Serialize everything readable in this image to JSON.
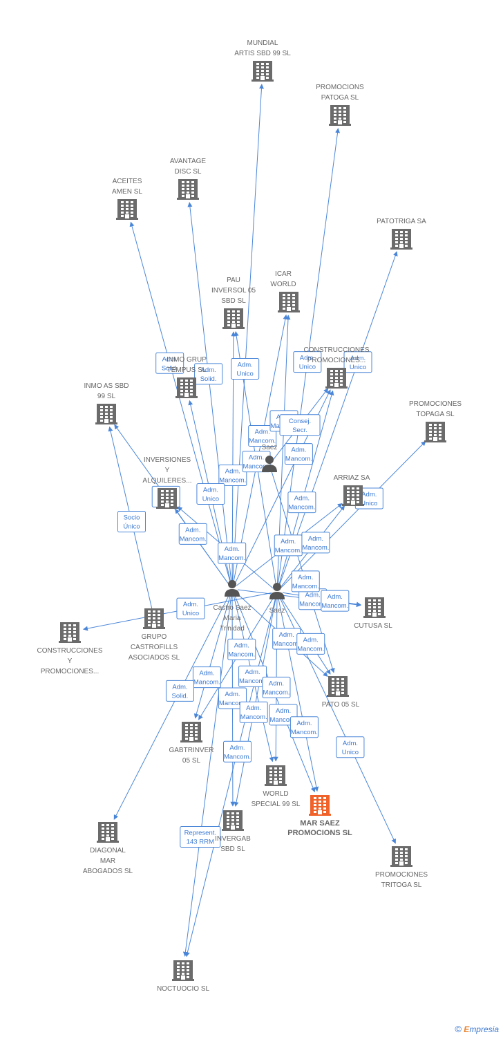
{
  "colors": {
    "edge": "#4a86d8",
    "company_icon": "#6b6b6b",
    "main_company_icon": "#f0622a",
    "person_icon": "#555555",
    "label_text": "#666666",
    "box_text": "#3a78d2"
  },
  "credit": {
    "copyright": "©",
    "brand_first": "E",
    "brand_rest": "mpresia"
  },
  "nodes": [
    {
      "id": "mundial",
      "type": "company",
      "label": [
        "MUNDIAL",
        "ARTIS SBD 99 SL"
      ]
    },
    {
      "id": "patoga",
      "type": "company",
      "label": [
        "PROMOCIONS",
        "PATOGA SL"
      ]
    },
    {
      "id": "avantage",
      "type": "company",
      "label": [
        "AVANTAGE",
        "DISC SL"
      ]
    },
    {
      "id": "aceites",
      "type": "company",
      "label": [
        "ACEITES",
        "AMEN SL"
      ]
    },
    {
      "id": "patotriga",
      "type": "company",
      "label": [
        "PATOTRIGA SA"
      ]
    },
    {
      "id": "pau",
      "type": "company",
      "label": [
        "PAU",
        "INVERSOL 05",
        "SBD SL"
      ]
    },
    {
      "id": "icar",
      "type": "company",
      "label": [
        "ICAR",
        "WORLD"
      ]
    },
    {
      "id": "constr1",
      "type": "company",
      "label": [
        "CONSTRUCCIONES",
        "PROMOCIONES..."
      ]
    },
    {
      "id": "inmogrup",
      "type": "company",
      "label": [
        "INMO GRUP",
        "TEMPUS SL"
      ]
    },
    {
      "id": "inmoas",
      "type": "company",
      "label": [
        "INMO AS SBD",
        "99 SL"
      ]
    },
    {
      "id": "topaga",
      "type": "company",
      "label": [
        "PROMOCIONES",
        "TOPAGA SL"
      ]
    },
    {
      "id": "saez_p",
      "type": "person",
      "label": [
        "Saez"
      ]
    },
    {
      "id": "inversiones",
      "type": "company",
      "label": [
        "INVERSIONES",
        "Y",
        "ALQUILERES..."
      ]
    },
    {
      "id": "arriaz",
      "type": "company",
      "label": [
        "ARRIAZ SA"
      ]
    },
    {
      "id": "cutusa",
      "type": "company",
      "label": [
        "CUTUSA SL"
      ]
    },
    {
      "id": "castro",
      "type": "person",
      "label": [
        "Castro Saez",
        "Maria",
        "Trinidad"
      ]
    },
    {
      "id": "saez2",
      "type": "person",
      "label": [
        "Saez"
      ]
    },
    {
      "id": "constr2",
      "type": "company",
      "label": [
        "CONSTRUCCIONES",
        "Y",
        "PROMOCIONES..."
      ]
    },
    {
      "id": "castrofills",
      "type": "company",
      "label": [
        "GRUPO",
        "CASTROFILLS",
        "ASOCIADOS SL"
      ]
    },
    {
      "id": "pato05",
      "type": "company",
      "label": [
        "PATO 05 SL"
      ]
    },
    {
      "id": "gabtrinver",
      "type": "company",
      "label": [
        "GABTRINVER",
        "05 SL"
      ]
    },
    {
      "id": "world",
      "type": "company",
      "label": [
        "WORLD",
        "SPECIAL 99 SL"
      ]
    },
    {
      "id": "marsaez",
      "type": "main",
      "label": [
        "MAR SAEZ",
        "PROMOCIONS SL"
      ]
    },
    {
      "id": "diagonal",
      "type": "company",
      "label": [
        "DIAGONAL",
        "MAR",
        "ABOGADOS SL"
      ]
    },
    {
      "id": "invergab",
      "type": "company",
      "label": [
        "INVERGAB",
        "SBD SL"
      ]
    },
    {
      "id": "tritoga",
      "type": "company",
      "label": [
        "PROMOCIONES",
        "TRITOGA SL"
      ]
    },
    {
      "id": "noctuocio",
      "type": "company",
      "label": [
        "NOCTUOCIO SL"
      ]
    }
  ],
  "edges": [
    {
      "from": "castro",
      "to": "mundial",
      "label": [
        "Adm.",
        "Unico"
      ]
    },
    {
      "from": "saez2",
      "to": "patoga",
      "label": [
        "Adm.",
        "Unico"
      ]
    },
    {
      "from": "castro",
      "to": "avantage",
      "label": [
        "Adm.",
        "Solid."
      ]
    },
    {
      "from": "castro",
      "to": "aceites",
      "label": [
        "Adm.",
        "Solid."
      ]
    },
    {
      "from": "saez2",
      "to": "patotriga",
      "label": [
        "Adm.",
        "Unico"
      ]
    },
    {
      "from": "castro",
      "to": "pau",
      "label": [
        "Adm.",
        "Mancom."
      ]
    },
    {
      "from": "saez2",
      "to": "pau",
      "label": [
        "Adm.",
        "Mancom."
      ]
    },
    {
      "from": "castro",
      "to": "icar",
      "label": [
        "Adm.",
        "Mancom."
      ]
    },
    {
      "from": "saez2",
      "to": "icar",
      "label": [
        "Adm.",
        "Mancom."
      ]
    },
    {
      "from": "castro",
      "to": "constr1",
      "label": [
        "Adm.",
        "Mancom."
      ]
    },
    {
      "from": "saez2",
      "to": "constr1",
      "label": [
        "Adm.",
        "Mancom."
      ]
    },
    {
      "from": "castro",
      "to": "inmogrup",
      "label": [
        "Adm.",
        "Unico"
      ]
    },
    {
      "from": "castro",
      "to": "inmoas",
      "label": [
        "Adm.",
        "Unico"
      ]
    },
    {
      "from": "saez2",
      "to": "topaga",
      "label": [
        "Adm.",
        "Unico"
      ]
    },
    {
      "from": "castro",
      "to": "inversiones",
      "label": [
        "Adm.",
        "Mancom."
      ]
    },
    {
      "from": "saez2",
      "to": "inversiones",
      "label": [
        "Adm.",
        "Mancom."
      ]
    },
    {
      "from": "castro",
      "to": "arriaz",
      "label": [
        "Adm.",
        "Mancom."
      ]
    },
    {
      "from": "saez2",
      "to": "arriaz",
      "label": [
        "Adm.",
        "Mancom."
      ]
    },
    {
      "from": "castro",
      "to": "cutusa",
      "label": [
        "Adm.",
        "Mancom."
      ]
    },
    {
      "from": "saez2",
      "to": "cutusa",
      "label": [
        "Adm.",
        "Mancom."
      ]
    },
    {
      "from": "saez2",
      "to": "constr2",
      "label": [
        "Adm.",
        "Unico"
      ]
    },
    {
      "from": "castrofills",
      "to": "inmoas",
      "label": [
        "Socio",
        "Único"
      ]
    },
    {
      "from": "castro",
      "to": "pato05",
      "label": [
        "Adm.",
        "Mancom."
      ]
    },
    {
      "from": "saez2",
      "to": "pato05",
      "label": [
        "Adm.",
        "Mancom."
      ]
    },
    {
      "from": "castro",
      "to": "gabtrinver",
      "label": [
        "Adm.",
        "Mancom."
      ]
    },
    {
      "from": "saez2",
      "to": "gabtrinver",
      "label": [
        "Adm.",
        "Mancom."
      ]
    },
    {
      "from": "castro",
      "to": "world",
      "label": [
        "Adm.",
        "Mancom."
      ]
    },
    {
      "from": "saez2",
      "to": "world",
      "label": [
        "Adm.",
        "Mancom."
      ]
    },
    {
      "from": "castro",
      "to": "marsaez",
      "label": [
        "Adm.",
        "Mancom."
      ]
    },
    {
      "from": "saez2",
      "to": "marsaez",
      "label": [
        "Adm.",
        "Mancom."
      ]
    },
    {
      "from": "castro",
      "to": "diagonal",
      "label": [
        "Adm.",
        "Solid."
      ]
    },
    {
      "from": "castro",
      "to": "invergab",
      "label": [
        "Adm.",
        "Mancom."
      ]
    },
    {
      "from": "saez2",
      "to": "invergab",
      "label": [
        "Adm.",
        "Mancom."
      ]
    },
    {
      "from": "saez2",
      "to": "tritoga",
      "label": [
        "Adm.",
        "Unico"
      ]
    },
    {
      "from": "castro",
      "to": "noctuocio",
      "label": [
        "Represent.",
        "143 RRM"
      ]
    },
    {
      "from": "saez2",
      "to": "noctuocio",
      "label": [
        "Adm.",
        "Mancom."
      ]
    },
    {
      "from": "saez_p",
      "to": "constr1",
      "label": [
        "Consej.",
        "Secr."
      ]
    },
    {
      "from": "saez_p",
      "to": "pato05",
      "label": [
        "Adm.",
        "Mancom."
      ]
    }
  ]
}
